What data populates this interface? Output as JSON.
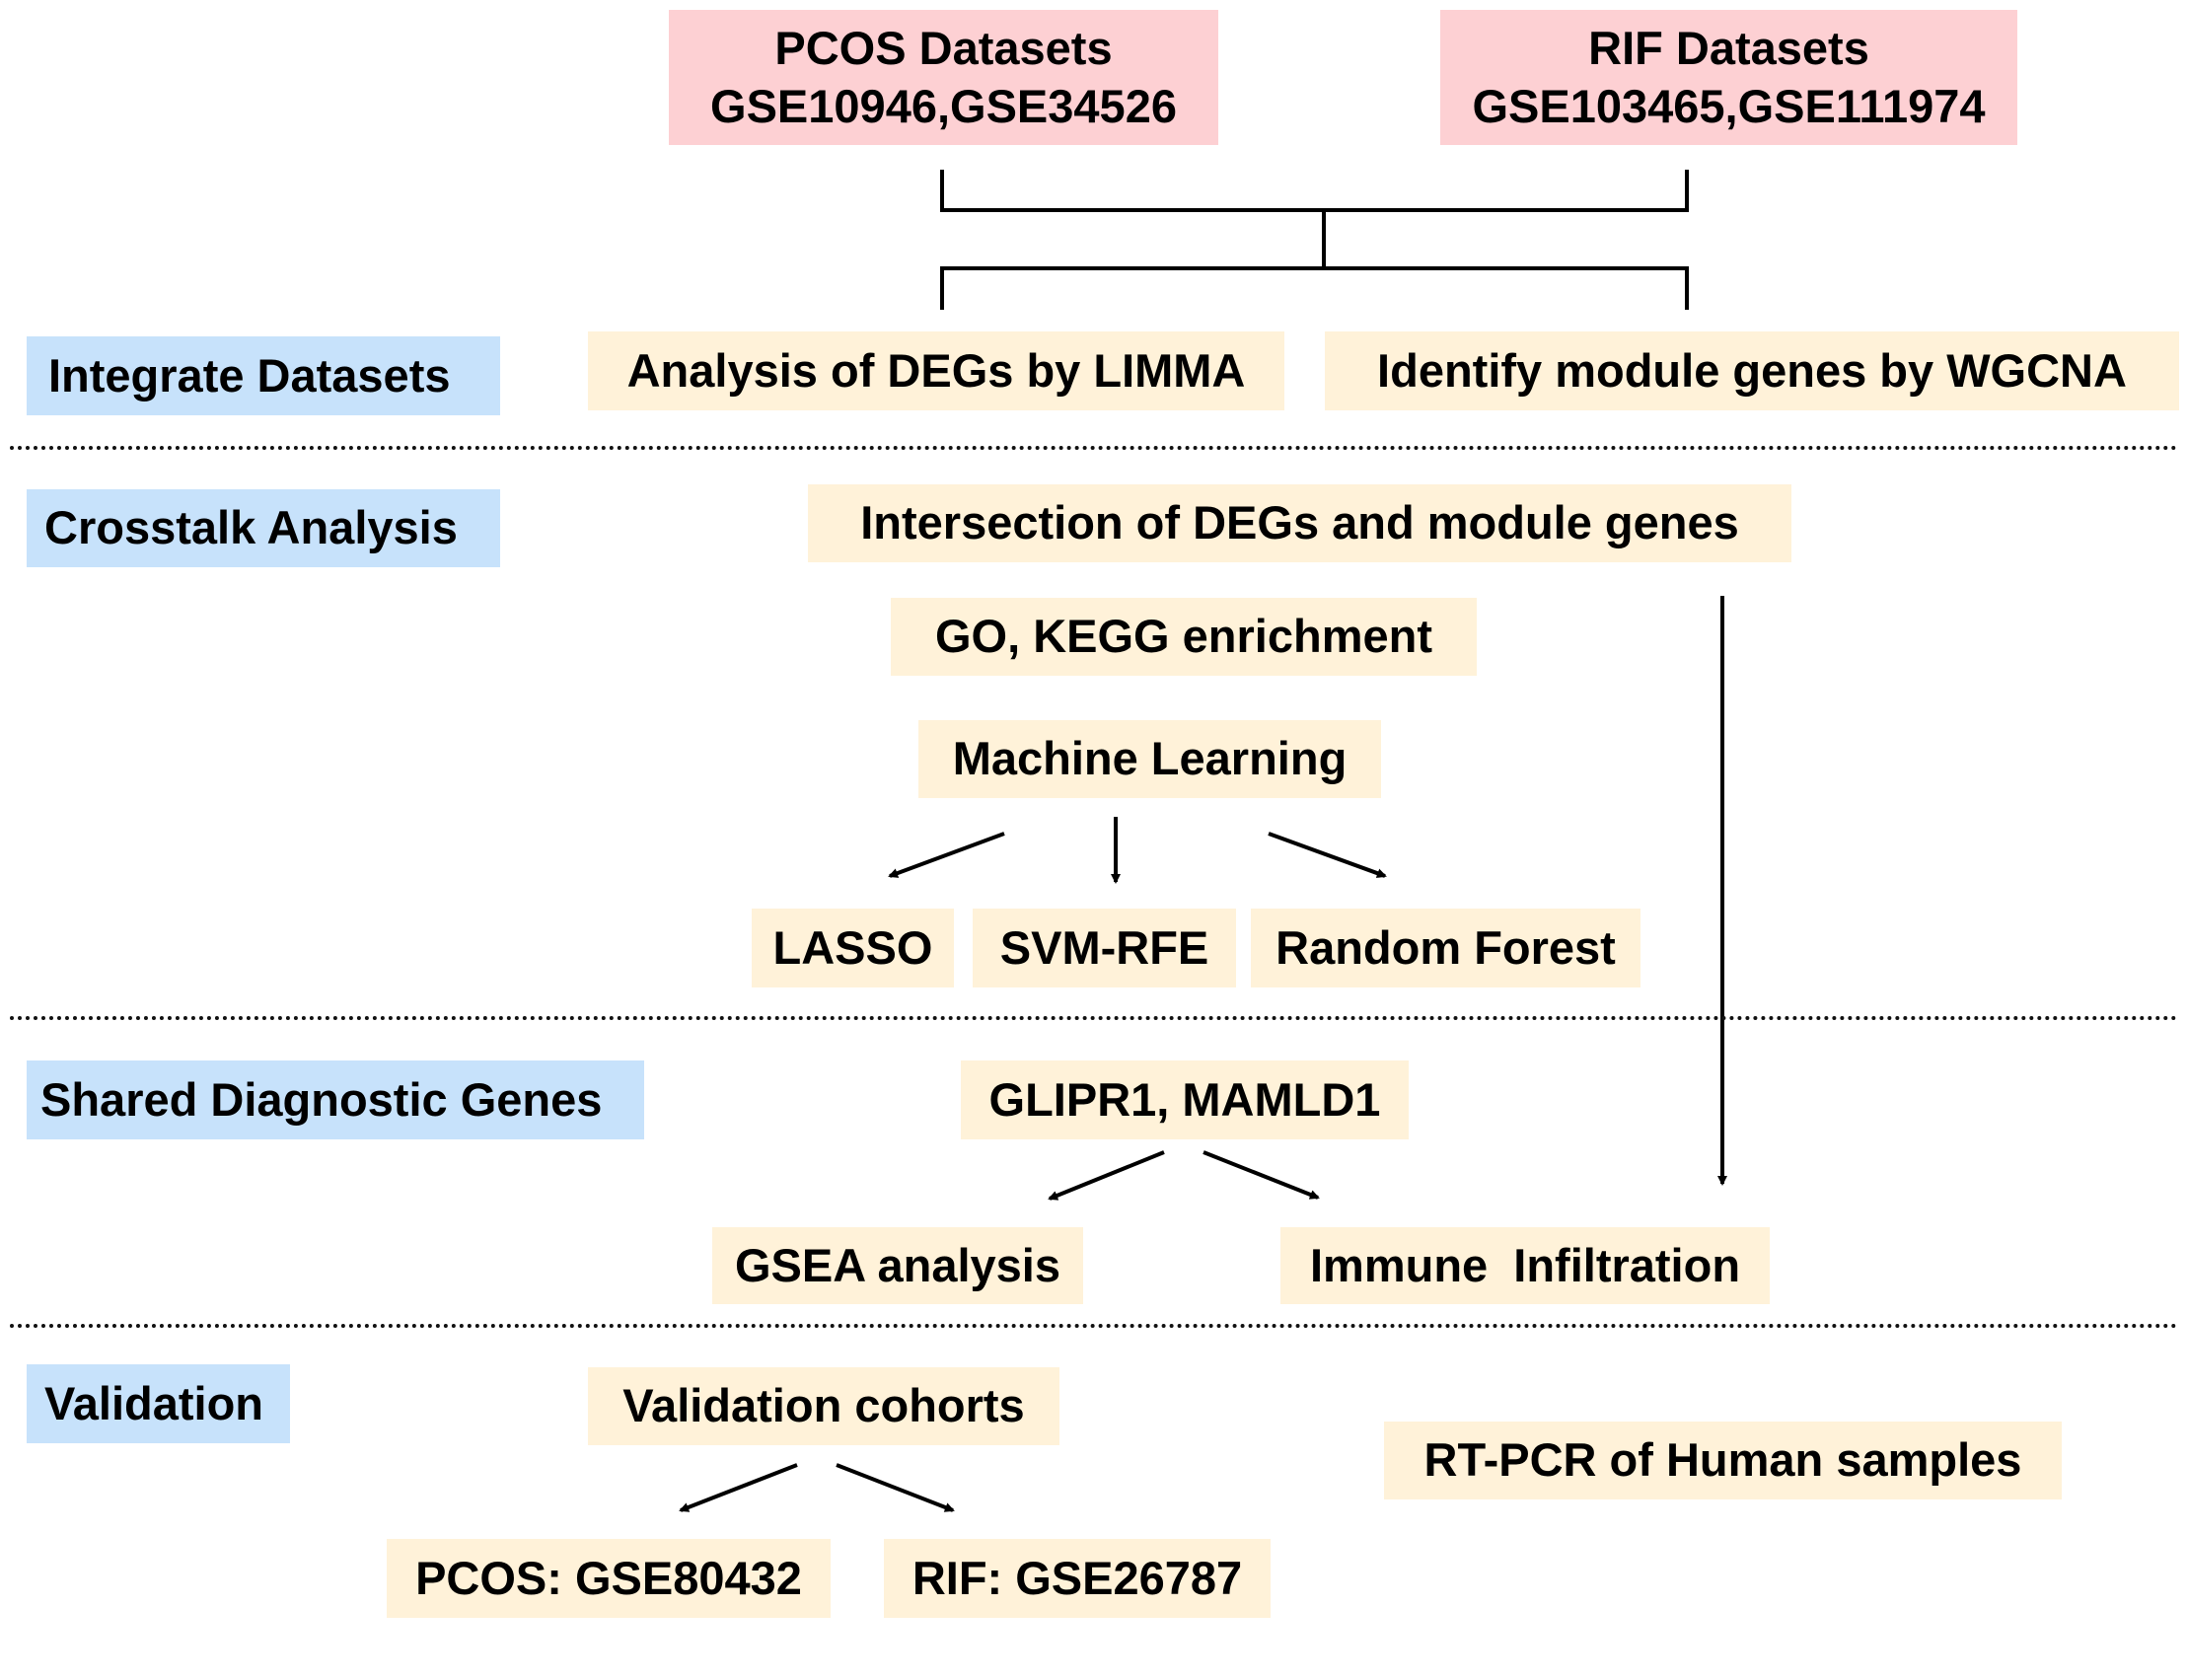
{
  "colors": {
    "dataset_fill": "#fdd0d3",
    "step_fill": "#fff2d9",
    "section_fill": "#c7e2fb",
    "line": "#000000"
  },
  "datasets": {
    "pcos": {
      "title": "PCOS Datasets",
      "ids": "GSE10946,GSE34526"
    },
    "rif": {
      "title": "RIF Datasets",
      "ids": "GSE103465,GSE111974"
    }
  },
  "sections": {
    "integrate": "Integrate Datasets",
    "crosstalk": "Crosstalk Analysis",
    "shared": "Shared Diagnostic Genes",
    "validation": "Validation"
  },
  "steps": {
    "limma": "Analysis of DEGs by LIMMA",
    "wgcna": "Identify module genes by WGCNA",
    "intersection": "Intersection of DEGs and module genes",
    "enrichment": "GO, KEGG enrichment",
    "ml": "Machine Learning",
    "lasso": "LASSO",
    "svm": "SVM-RFE",
    "rf": "Random Forest",
    "genes": "GLIPR1, MAMLD1",
    "gsea": "GSEA analysis",
    "immune": "Immune  Infiltration",
    "cohorts": "Validation cohorts",
    "rtpcr": "RT-PCR of Human samples",
    "pcos_val": "PCOS: GSE80432",
    "rif_val": "RIF: GSE26787"
  }
}
